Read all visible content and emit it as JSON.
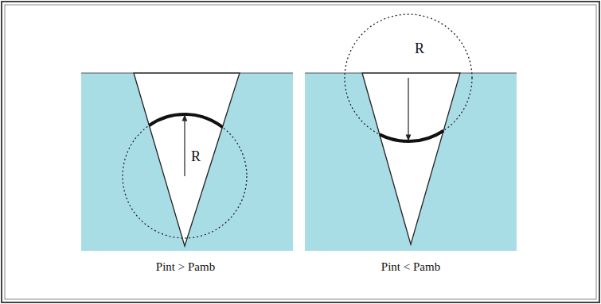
{
  "diagram": {
    "labels": [
      "R",
      "R",
      "Pint > Pamb",
      "Pint < Pamb"
    ]
  }
}
